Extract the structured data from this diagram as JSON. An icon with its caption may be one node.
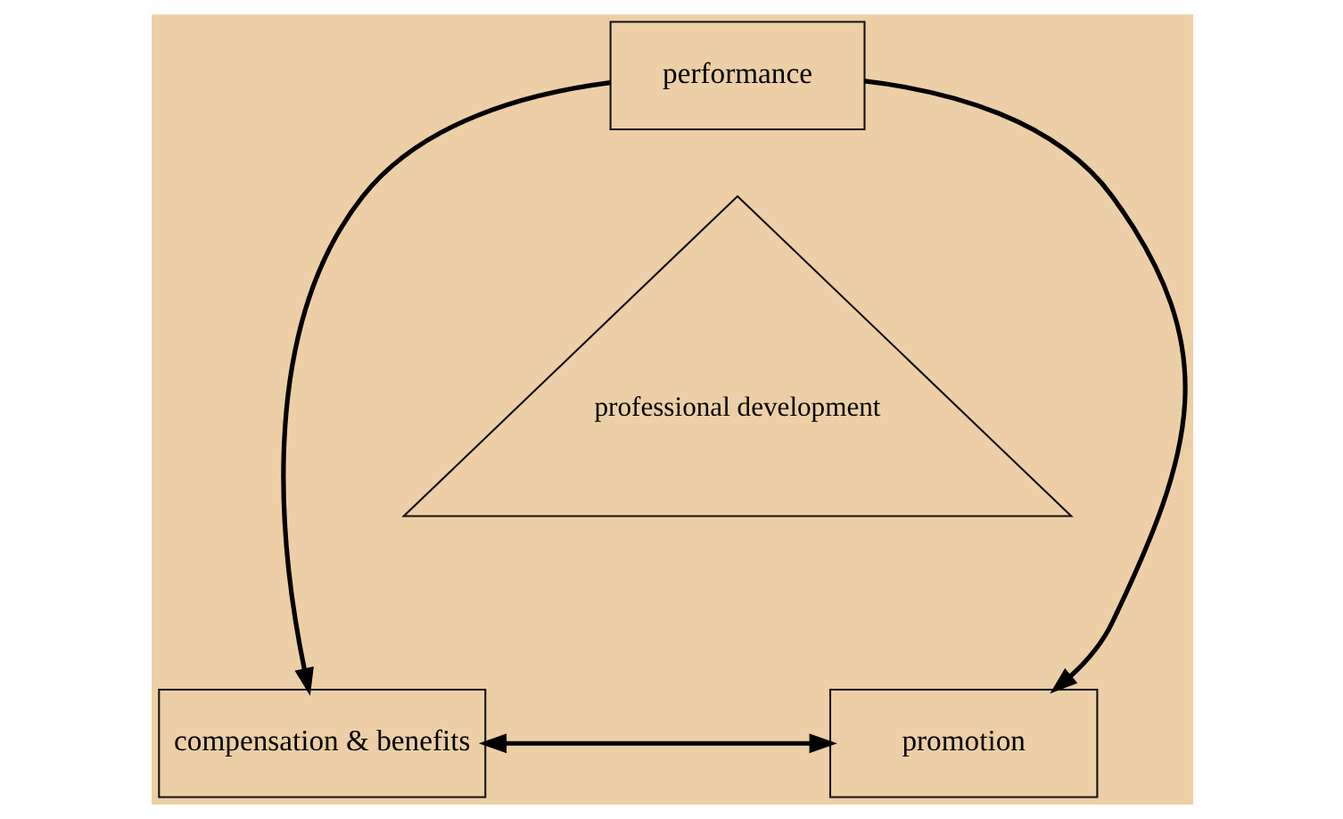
{
  "diagram": {
    "nodes": [
      {
        "text": [
          "performance"
        ]
      },
      {
        "text": [
          "compensation & benefits"
        ]
      },
      {
        "text": [
          "promotion"
        ]
      },
      {
        "text": [
          "professional development"
        ]
      }
    ],
    "edges": [
      {
        "from": 0,
        "to": 1,
        "arrow": "to"
      },
      {
        "from": 0,
        "to": 2,
        "arrow": "to"
      },
      {
        "from": 1,
        "to": 2,
        "arrow": "both"
      }
    ]
  }
}
